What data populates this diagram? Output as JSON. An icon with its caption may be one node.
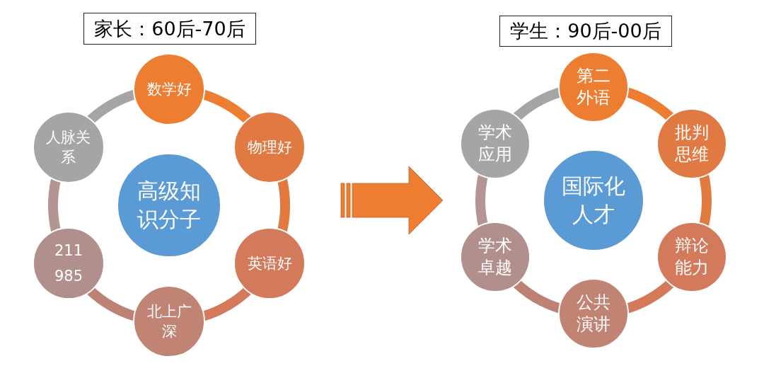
{
  "diagram": {
    "nodes": [
      {
        "text": [
          "家长：60后-70后"
        ]
      },
      {
        "text": [
          "高级知识分子"
        ]
      },
      {
        "text": [
          "数学好"
        ]
      },
      {
        "text": [
          "物理好"
        ]
      },
      {
        "text": [
          "英语好"
        ]
      },
      {
        "text": [
          "北上广深"
        ]
      },
      {
        "text": [
          "211 985"
        ]
      },
      {
        "text": [
          "人脉关系"
        ]
      },
      {
        "text": [
          "学生：90后-00后"
        ]
      },
      {
        "text": [
          "国际化人才"
        ]
      },
      {
        "text": [
          "第二外语"
        ]
      },
      {
        "text": [
          "批判思维"
        ]
      },
      {
        "text": [
          "辩论能力"
        ]
      },
      {
        "text": [
          "公共演讲"
        ]
      },
      {
        "text": [
          "学术卓越"
        ]
      },
      {
        "text": [
          "学术应用"
        ]
      }
    ],
    "edges": [
      {
        "from": 2,
        "to": 3,
        "arrow": "none",
        "color": "#ed7d31"
      },
      {
        "from": 3,
        "to": 4,
        "arrow": "none",
        "color": "#e07a3e"
      },
      {
        "from": 4,
        "to": 5,
        "arrow": "none",
        "color": "#d47a5a"
      },
      {
        "from": 5,
        "to": 6,
        "arrow": "none",
        "color": "#bd8274"
      },
      {
        "from": 6,
        "to": 7,
        "arrow": "none",
        "color": "#b39593"
      },
      {
        "from": 7,
        "to": 2,
        "arrow": "none",
        "color": "#a5a5a5"
      },
      {
        "from": 10,
        "to": 11,
        "arrow": "none",
        "color": "#ed7d31"
      },
      {
        "from": 11,
        "to": 12,
        "arrow": "none",
        "color": "#e07a3e"
      },
      {
        "from": 12,
        "to": 13,
        "arrow": "none",
        "color": "#d47a5a"
      },
      {
        "from": 13,
        "to": 14,
        "arrow": "none",
        "color": "#bd8274"
      },
      {
        "from": 14,
        "to": 15,
        "arrow": "none",
        "color": "#b39593"
      },
      {
        "from": 15,
        "to": 10,
        "arrow": "none",
        "color": "#a5a5a5"
      }
    ]
  }
}
